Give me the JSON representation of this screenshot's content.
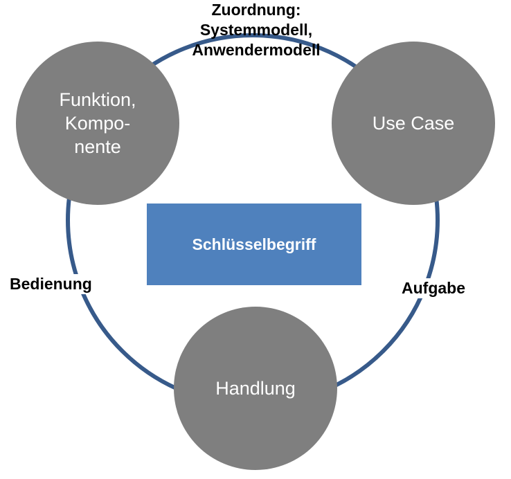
{
  "nodes": {
    "funktion": "Funktion,\nKompo-\nnente",
    "use_case": "Use Case",
    "handlung": "Handlung"
  },
  "center": {
    "label": "Schlüsselbegriff"
  },
  "edges": {
    "zuordnung": "Zuordnung:\nSystemmodell,\nAnwendermodell",
    "bedienung": "Bedienung",
    "aufgabe": "Aufgabe"
  },
  "colors": {
    "node_fill": "#7f7f7f",
    "center_fill": "#4f81bd",
    "ring_stroke": "#375a8a",
    "text_on_node": "#ffffff",
    "label_text": "#000000"
  }
}
